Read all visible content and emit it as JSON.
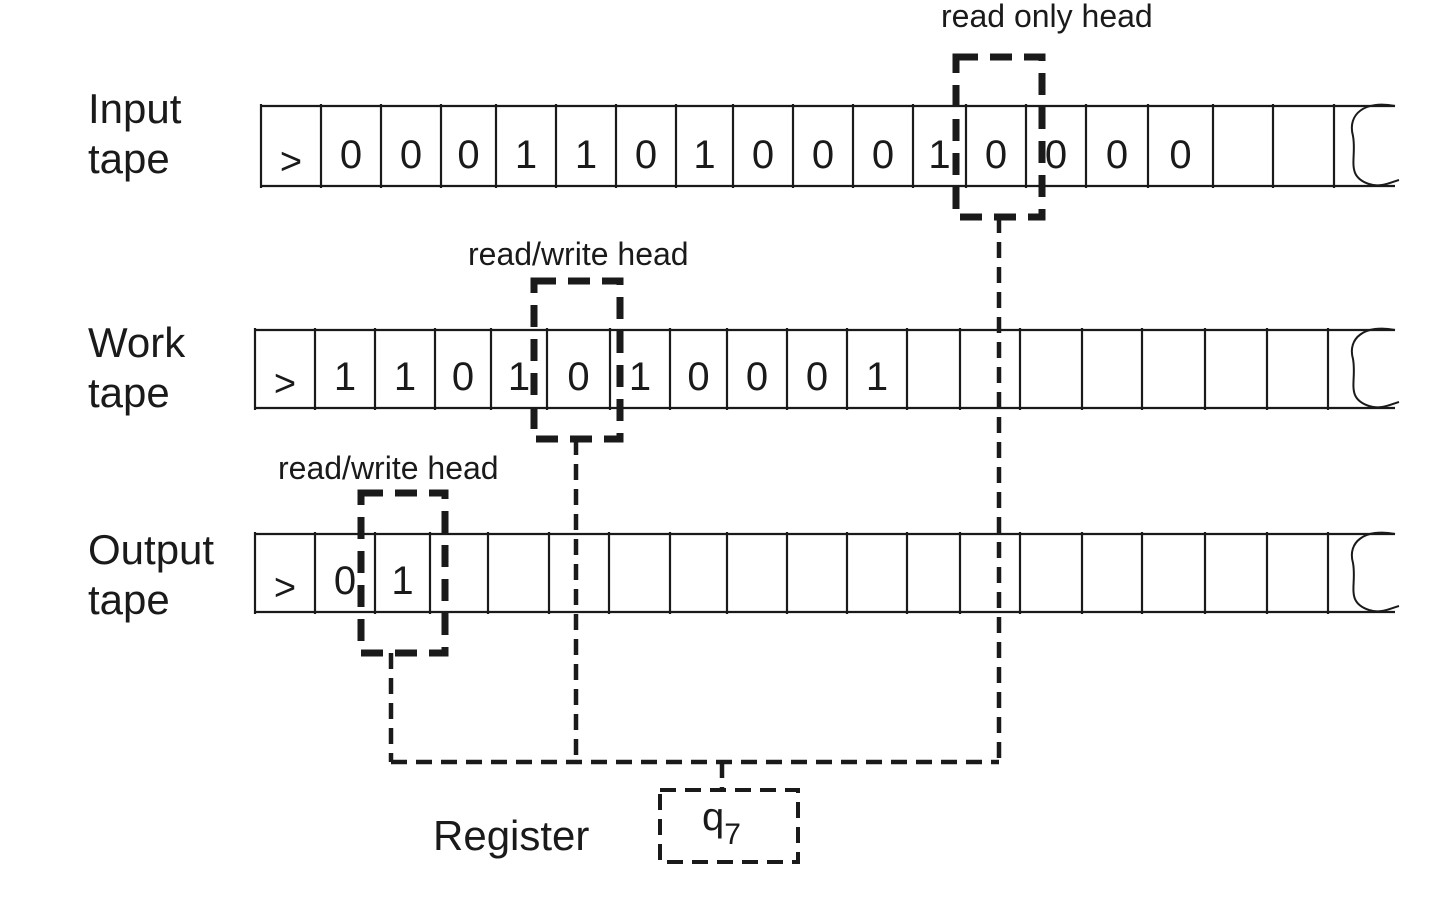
{
  "tapes": {
    "input": {
      "label_line1": "Input",
      "label_line2": "tape",
      "start_marker": ">",
      "cells": [
        "0",
        "0",
        "0",
        "1",
        "1",
        "0",
        "1",
        "0",
        "0",
        "0",
        "1",
        "0",
        "0",
        "0",
        "0",
        "",
        "",
        ""
      ]
    },
    "work": {
      "label_line1": "Work",
      "label_line2": "tape",
      "start_marker": ">",
      "cells": [
        "1",
        "1",
        "0",
        "1",
        "0",
        "1",
        "0",
        "0",
        "0",
        "1",
        "",
        "",
        "",
        "",
        "",
        "",
        "",
        ""
      ]
    },
    "output": {
      "label_line1": "Output",
      "label_line2": "tape",
      "start_marker": ">",
      "cells": [
        "0",
        "1",
        "",
        "",
        "",
        "",
        "",
        "",
        "",
        "",
        "",
        "",
        "",
        "",
        "",
        "",
        "",
        ""
      ]
    }
  },
  "heads": {
    "input": {
      "label": "read only head"
    },
    "work": {
      "label": "read/write head"
    },
    "output": {
      "label": "read/write head"
    }
  },
  "register": {
    "label": "Register",
    "state": "q",
    "state_subscript": "7"
  }
}
